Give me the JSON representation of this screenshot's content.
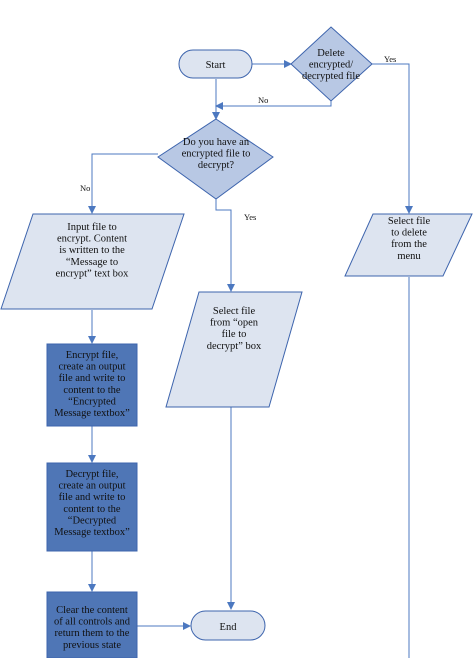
{
  "colors": {
    "light_fill": "#dde4f0",
    "dark_fill": "#4f76b6",
    "stroke": "#3d64ad",
    "edge": "#4c78c0",
    "text": "#111111"
  },
  "nodes": {
    "start": {
      "label": "Start"
    },
    "delete_decision": {
      "lines": [
        "Delete",
        "encrypted/",
        "decrypted file"
      ]
    },
    "have_file_decision": {
      "lines": [
        "Do you have an",
        "encrypted file to",
        "decrypt?"
      ]
    },
    "input_file": {
      "lines": [
        "Input file to",
        "encrypt. Content",
        "is written to the",
        "“Message to",
        "encrypt” text box"
      ]
    },
    "select_open": {
      "lines": [
        "Select file",
        "from “open",
        "file to",
        "decrypt” box"
      ]
    },
    "select_delete": {
      "lines": [
        "Select file",
        "to delete",
        "from the",
        "menu"
      ]
    },
    "encrypt_file": {
      "lines": [
        "Encrypt file,",
        "create an output",
        "file and write to",
        "content to the",
        "“Encrypted",
        "Message textbox”"
      ]
    },
    "decrypt_file": {
      "lines": [
        "Decrypt file,",
        "create an output",
        "file and write to",
        "content to the",
        "“Decrypted",
        "Message textbox”"
      ]
    },
    "clear_controls": {
      "lines": [
        "Clear the content",
        "of all controls and",
        "return them to the",
        "previous state"
      ]
    },
    "end": {
      "label": "End"
    }
  },
  "edge_labels": {
    "delete_yes": "Yes",
    "delete_no": "No",
    "have_no": "No",
    "have_yes": "Yes"
  }
}
